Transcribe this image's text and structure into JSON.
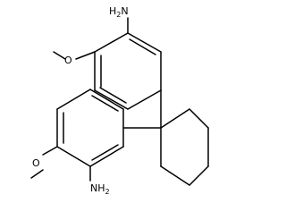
{
  "molecule": {
    "labels": {
      "amine_top": {
        "main": "H",
        "sub": "2",
        "suffix": "N"
      },
      "methoxy_top": "O",
      "methoxy_bottom": "O",
      "amine_bottom": {
        "main": "NH",
        "sub": "2"
      }
    },
    "rings": [
      "upper-aniline-ring",
      "lower-aniline-ring",
      "cyclohexane-ring"
    ],
    "line_color": "#000000"
  }
}
